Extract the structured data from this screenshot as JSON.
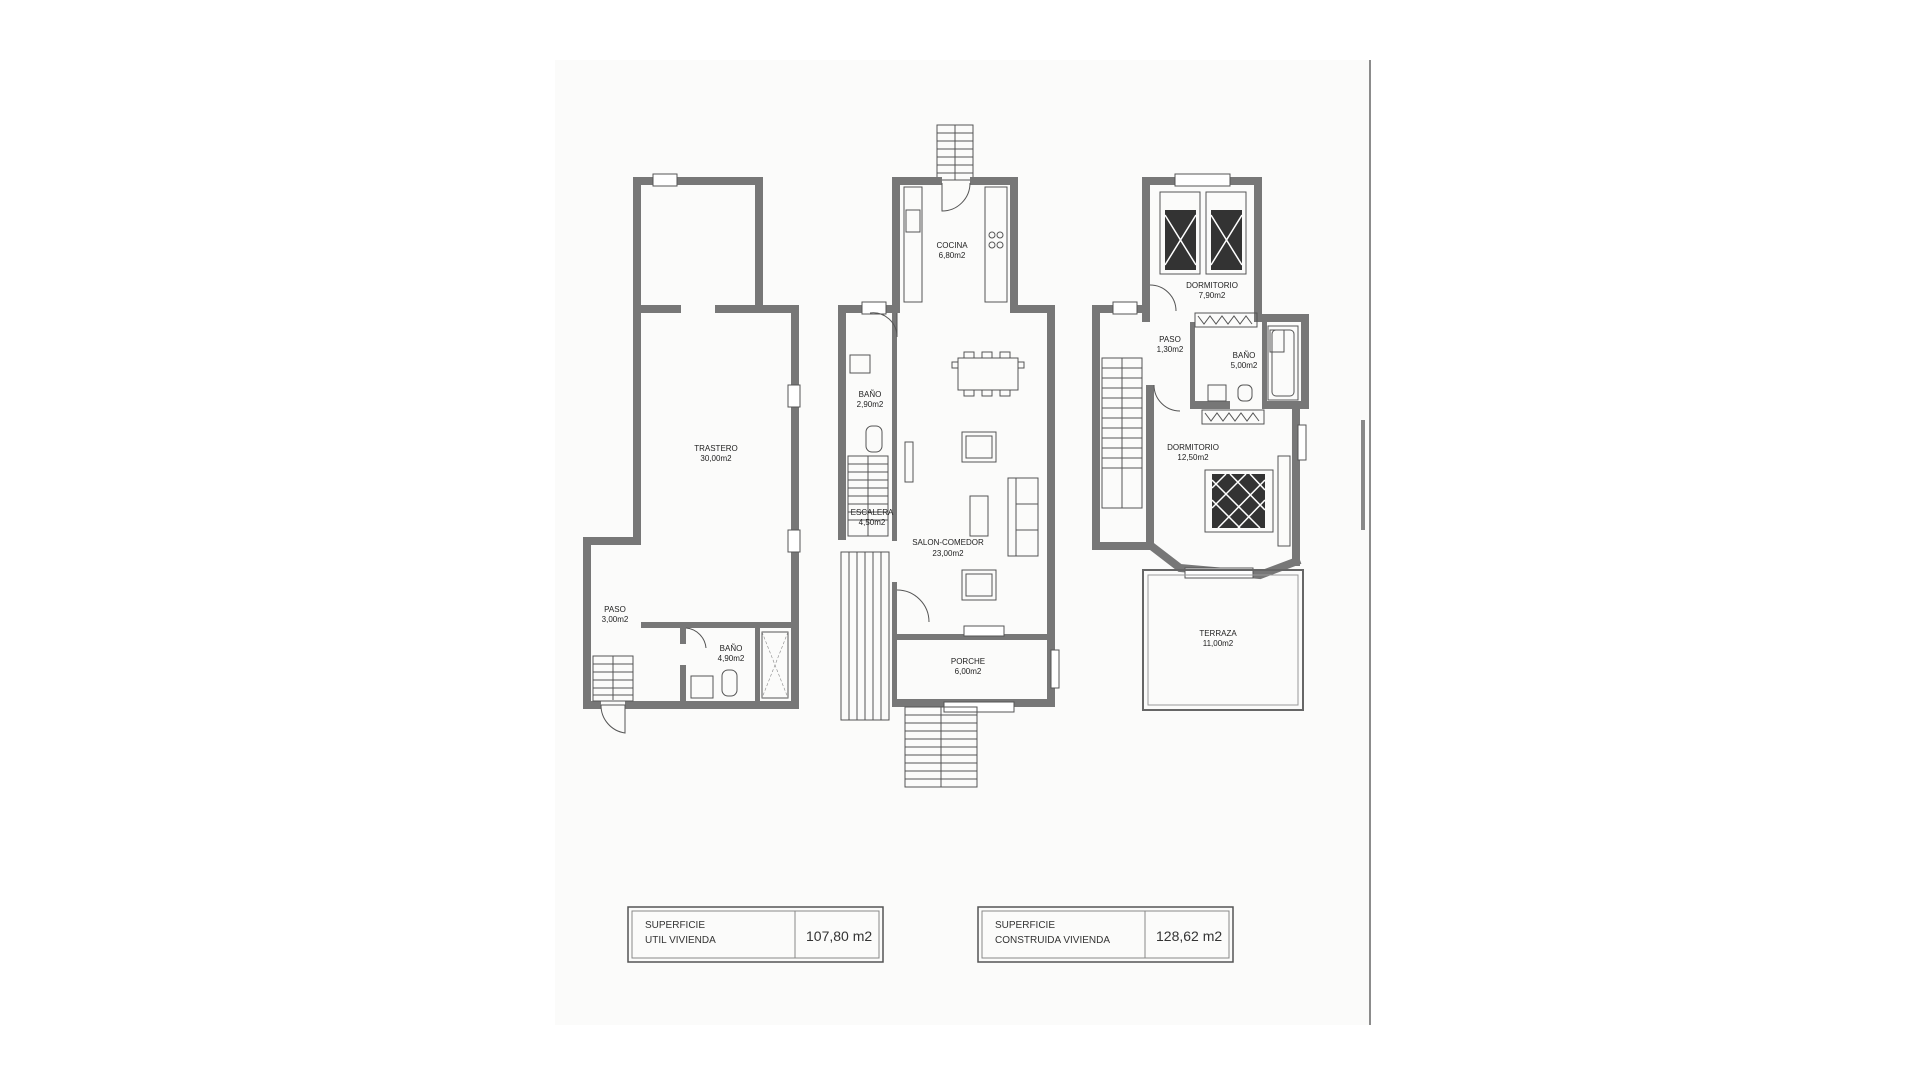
{
  "rooms": {
    "trastero": {
      "name": "TRASTERO",
      "area": "30,00m2"
    },
    "paso_left": {
      "name": "PASO",
      "area": "3,00m2"
    },
    "bano_left": {
      "name": "BAÑO",
      "area": "4,90m2"
    },
    "cocina": {
      "name": "COCINA",
      "area": "6,80m2"
    },
    "bano_mid": {
      "name": "BAÑO",
      "area": "2,90m2"
    },
    "escalera": {
      "name": "ESCALERA",
      "area": "4,50m2"
    },
    "salon": {
      "name": "SALON-COMEDOR",
      "area": "23,00m2"
    },
    "porche": {
      "name": "PORCHE",
      "area": "6,00m2"
    },
    "dormitorio_top": {
      "name": "DORMITORIO",
      "area": "7,90m2"
    },
    "paso_right": {
      "name": "PASO",
      "area": "1,30m2"
    },
    "bano_right": {
      "name": "BAÑO",
      "area": "5,00m2"
    },
    "dormitorio_bottom": {
      "name": "DORMITORIO",
      "area": "12,50m2"
    },
    "terraza": {
      "name": "TERRAZA",
      "area": "11,00m2"
    }
  },
  "summary": {
    "util": {
      "label1": "SUPERFICIE",
      "label2": "UTIL  VIVIENDA",
      "value": "107,80 m2"
    },
    "construida": {
      "label1": "SUPERFICIE",
      "label2": "CONSTRUIDA  VIVIENDA",
      "value": "128,62 m2"
    }
  }
}
